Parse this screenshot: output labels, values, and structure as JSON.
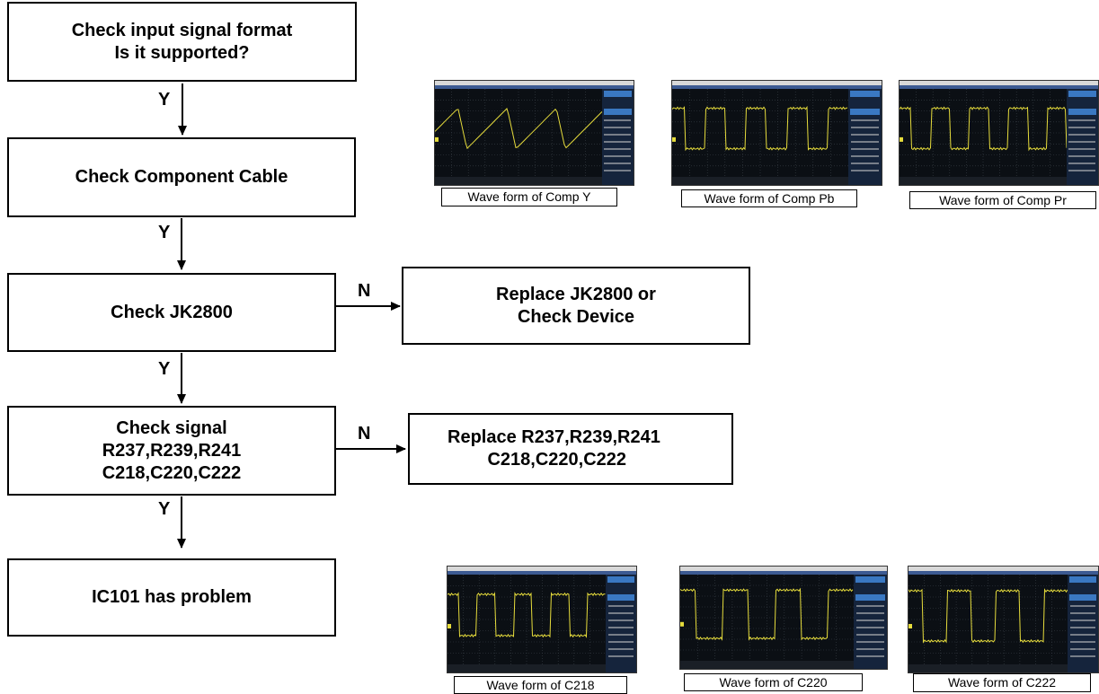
{
  "flow": {
    "check_format": "Check input signal format\nIs it supported?",
    "check_cable": "Check Component Cable",
    "check_jack": "Check JK2800",
    "replace_jack": "Replace JK2800 or\nCheck Device",
    "check_signal": "Check signal\nR237,R239,R241\nC218,C220,C222",
    "replace_parts": "Replace R237,R239,R241\n        C218,C220,C222",
    "ic_problem": "IC101 has problem",
    "yes_label": "Y",
    "no_label": "N"
  },
  "waveforms": {
    "comp_y": "Wave form of Comp Y",
    "comp_pb": "Wave form of Comp Pb",
    "comp_pr": "Wave form of Comp Pr",
    "c218": "Wave form of C218",
    "c220": "Wave form of C220",
    "c222": "Wave form of C222"
  }
}
